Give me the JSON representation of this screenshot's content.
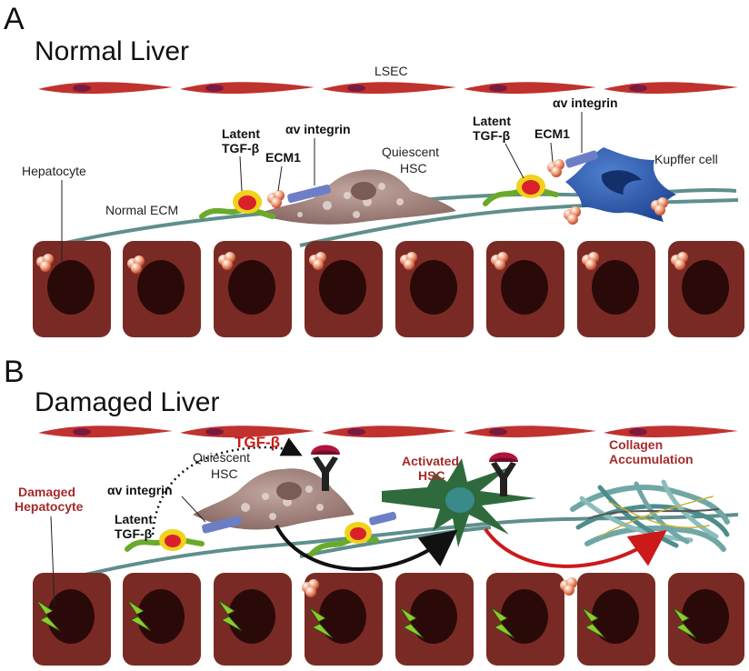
{
  "panel_a": {
    "letter": "A",
    "title": "Normal Liver",
    "labels": {
      "lsec": "LSEC",
      "hepatocyte": "Hepatocyte",
      "normal_ecm": "Normal ECM",
      "latent_tgf_1": "Latent",
      "latent_tgf_2": "TGF-β",
      "ecm1_left": "ECM1",
      "av_integrin_left": "αv integrin",
      "quiescent_hsc_1": "Quiescent",
      "quiescent_hsc_2": "HSC",
      "latent_tgf_right_1": "Latent",
      "latent_tgf_right_2": "TGF-β",
      "ecm1_right": "ECM1",
      "av_integrin_right": "αv integrin",
      "kupffer_cell": "Kupffer cell"
    }
  },
  "panel_b": {
    "letter": "B",
    "title": "Damaged Liver",
    "labels": {
      "damaged_1": "Damaged",
      "damaged_2": "Hepatocyte",
      "av_integrin": "αv integrin",
      "latent_tgf_1": "Latent",
      "latent_tgf_2": "TGF-β",
      "quiescent_hsc_1": "Quiescent",
      "quiescent_hsc_2": "HSC",
      "tgf_beta": "TGF-β",
      "activated_hsc_1": "Activated",
      "activated_hsc_2": "HSC",
      "collagen_1": "Collagen",
      "collagen_2": "Accumulation"
    }
  },
  "colors": {
    "hepatocyte": "#7a2a24",
    "nucleus": "#2a0a08",
    "lsec": "#c0322e",
    "ecm": "#5e8f8c",
    "hsc_quiescent": "#a68782",
    "hsc_activated": "#2f6a3c",
    "kupffer": "#2e5aa8",
    "latent_tgf_green": "#6aaa2a",
    "latent_tgf_yellow": "#f2d21b",
    "latent_tgf_red": "#d8212a",
    "integrin": "#6c7fc6",
    "receptor": "#222222",
    "ligand": "#b0153e",
    "collagen": "#6fa7a6",
    "damage_bolt": "#8ccb2f",
    "arrow_black": "#111111",
    "arrow_red": "#cc1a1a"
  },
  "icons": [
    "ecm1-cluster-icon",
    "lightning-bolt-icon",
    "receptor-icon",
    "ligand-icon"
  ]
}
